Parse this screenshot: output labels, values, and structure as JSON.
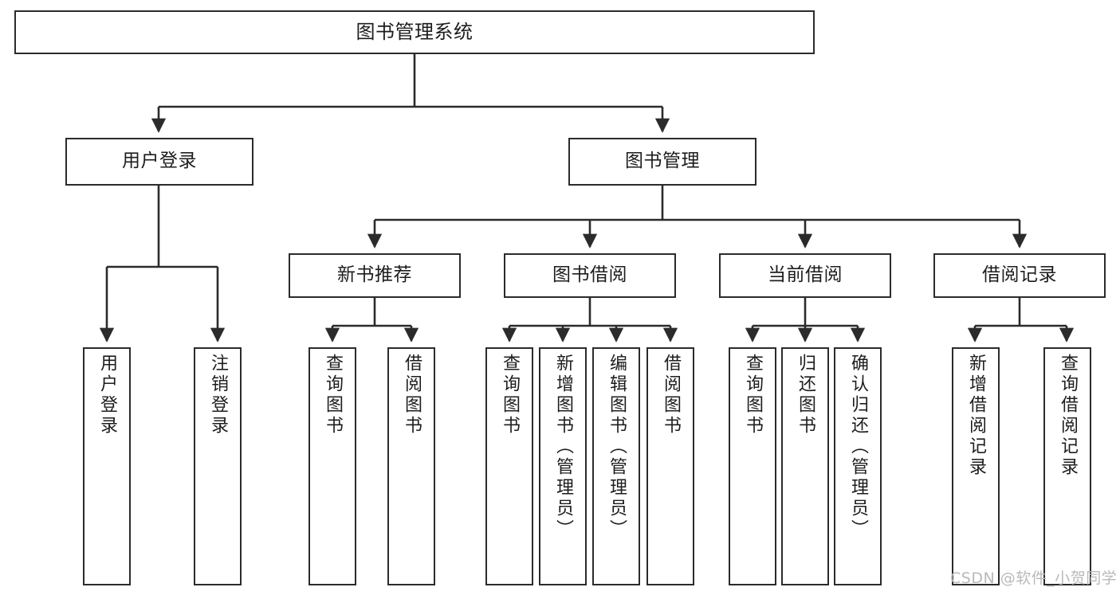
{
  "diagram": {
    "title": "图书管理系统",
    "watermark": "CSDN @软件_小贺同学",
    "colors": {
      "stroke": "#2b2b2b",
      "fill": "#ffffff",
      "text": "#1d1d1d",
      "watermark": "#b9b9b9"
    },
    "nodes": {
      "root": {
        "label": "图书管理系统"
      },
      "level2": [
        {
          "id": "user-login",
          "label": "用户登录"
        },
        {
          "id": "book-manage",
          "label": "图书管理"
        }
      ],
      "level3": [
        {
          "id": "new-book-recommend",
          "label": "新书推荐"
        },
        {
          "id": "book-borrow",
          "label": "图书借阅"
        },
        {
          "id": "current-borrow",
          "label": "当前借阅"
        },
        {
          "id": "borrow-record",
          "label": "借阅记录"
        }
      ],
      "leaves": {
        "user-login": [
          {
            "id": "leaf-user-login",
            "label": "用户登录"
          },
          {
            "id": "leaf-user-logout",
            "label": "注销登录"
          }
        ],
        "new-book-recommend": [
          {
            "id": "leaf-query-book-1",
            "label": "查询图书"
          },
          {
            "id": "leaf-borrow-book-1",
            "label": "借阅图书"
          }
        ],
        "book-borrow": [
          {
            "id": "leaf-query-book-2",
            "label": "查询图书"
          },
          {
            "id": "leaf-add-book",
            "label": "新增图书（管理员）"
          },
          {
            "id": "leaf-edit-book",
            "label": "编辑图书（管理员）"
          },
          {
            "id": "leaf-borrow-book-2",
            "label": "借阅图书"
          }
        ],
        "current-borrow": [
          {
            "id": "leaf-query-book-3",
            "label": "查询图书"
          },
          {
            "id": "leaf-return-book",
            "label": "归还图书"
          },
          {
            "id": "leaf-confirm-return",
            "label": "确认归还（管理员）"
          }
        ],
        "borrow-record": [
          {
            "id": "leaf-add-record",
            "label": "新增借阅记录"
          },
          {
            "id": "leaf-query-record",
            "label": "查询借阅记录"
          }
        ]
      }
    }
  }
}
